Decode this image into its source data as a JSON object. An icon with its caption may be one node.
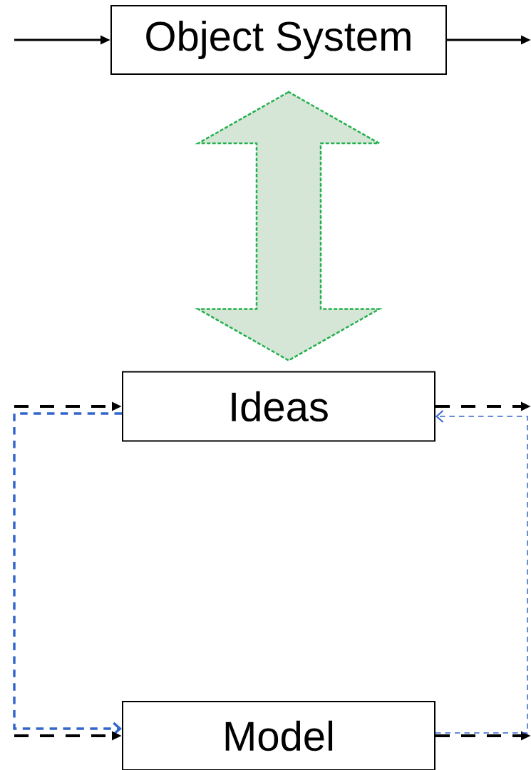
{
  "diagram": {
    "nodes": [
      {
        "text": [
          "Object System"
        ]
      },
      {
        "text": [
          "Ideas"
        ]
      },
      {
        "text": [
          "Model"
        ]
      }
    ],
    "edges": [
      {
        "from": null,
        "to": 0,
        "arrow": "to"
      },
      {
        "from": 0,
        "to": null,
        "arrow": "to"
      },
      {
        "from": 0,
        "to": 1,
        "arrow": "both",
        "style": "dashed",
        "color": "#22b04c"
      },
      {
        "from": null,
        "to": 1,
        "arrow": "to",
        "style": "dashed"
      },
      {
        "from": 1,
        "to": null,
        "arrow": "to",
        "style": "dashed"
      },
      {
        "from": 1,
        "to": 2,
        "arrow": "to",
        "style": "dashed",
        "color": "#3366cc"
      },
      {
        "from": null,
        "to": 2,
        "arrow": "to",
        "style": "dashed"
      },
      {
        "from": 2,
        "to": null,
        "arrow": "to",
        "style": "dashed"
      },
      {
        "from": 2,
        "to": 1,
        "arrow": "to",
        "style": "dashed",
        "color": "#3366cc"
      }
    ]
  }
}
